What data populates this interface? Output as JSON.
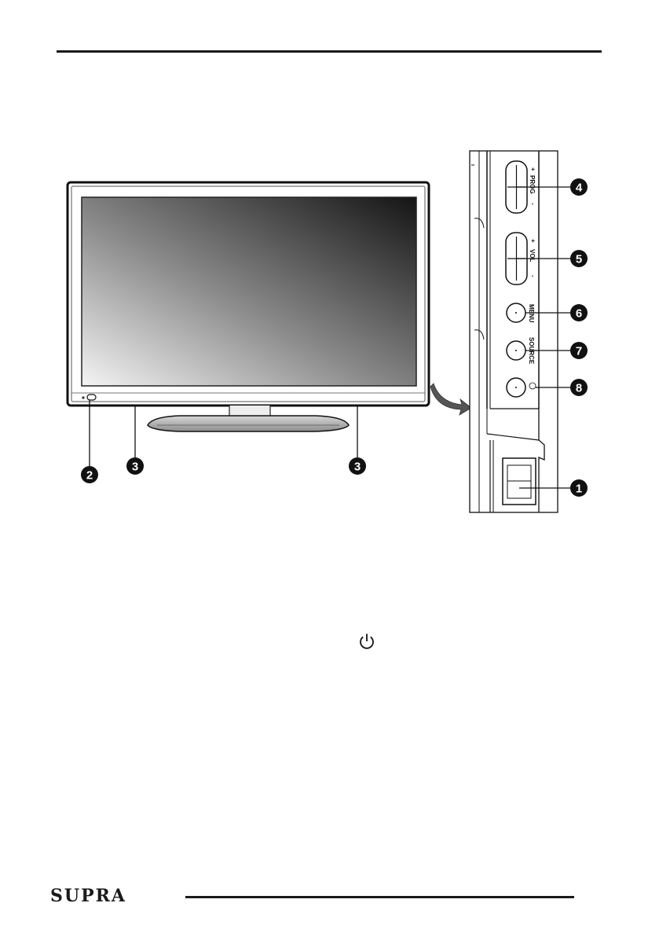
{
  "diagram": {
    "side_panel_labels": {
      "prog": "PROG",
      "vol": "VOL",
      "menu": "MENU",
      "source": "SOURCE",
      "plus": "+",
      "minus": "-"
    },
    "callouts": [
      "1",
      "2",
      "3",
      "3",
      "4",
      "5",
      "6",
      "7",
      "8"
    ]
  },
  "icons": {
    "power": "power-icon",
    "arrow": "curved-arrow-icon"
  },
  "footer": {
    "brand": "SUPRA"
  }
}
